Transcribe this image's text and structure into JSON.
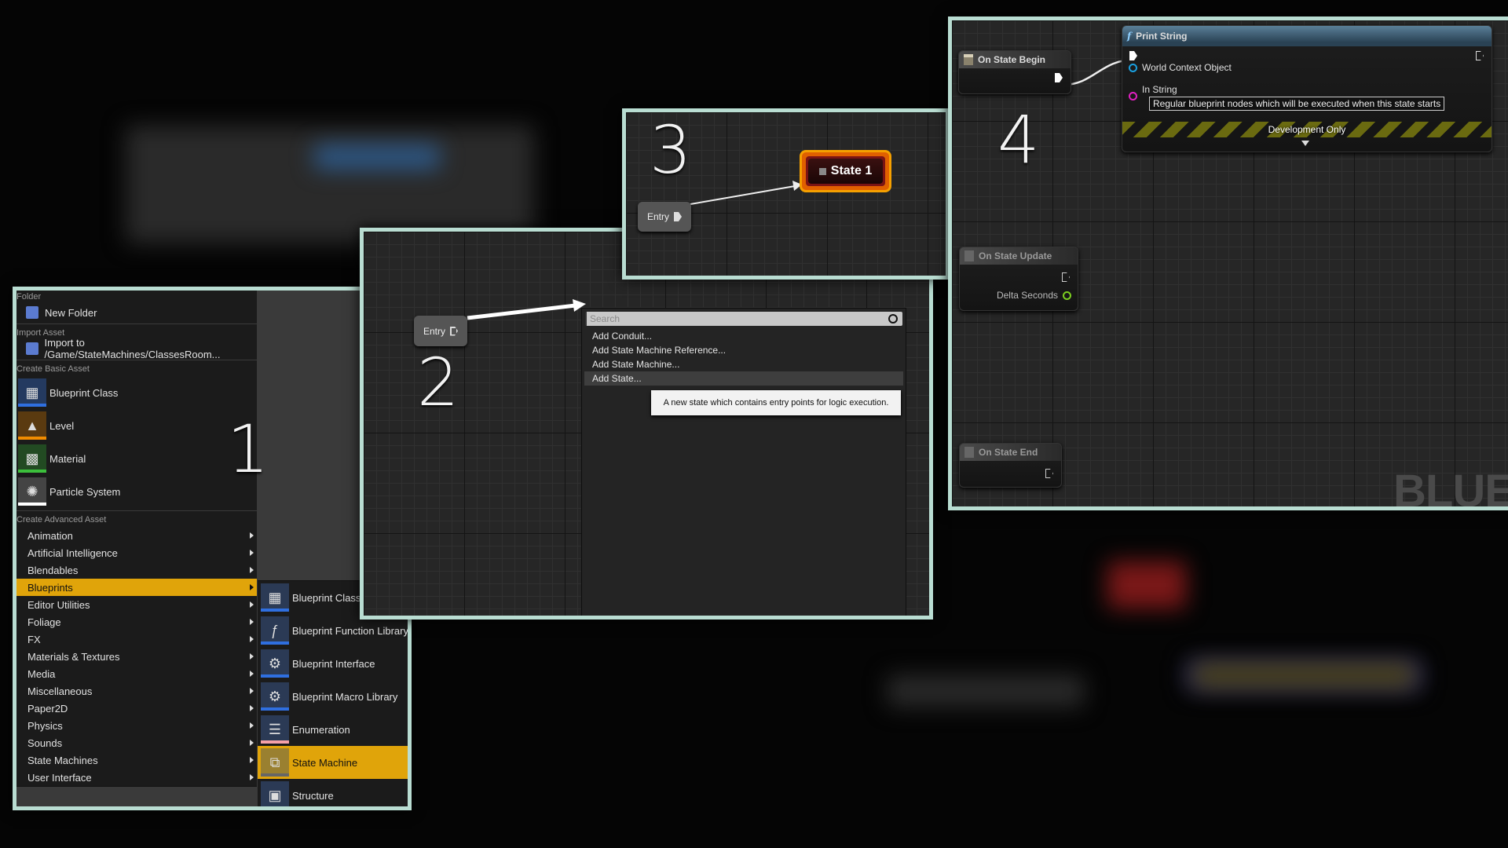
{
  "content_menu": {
    "folder_header": "Folder",
    "new_folder": "New Folder",
    "import_header": "Import Asset",
    "import_item": "Import to /Game/StateMachines/ClassesRoom...",
    "basic_header": "Create Basic Asset",
    "basic_items": [
      {
        "label": "Blueprint Class",
        "color": "#2f6fe0"
      },
      {
        "label": "Level",
        "color": "#f08c00"
      },
      {
        "label": "Material",
        "color": "#3cbf3c"
      },
      {
        "label": "Particle System",
        "color": "#ffffff"
      }
    ],
    "advanced_header": "Create Advanced Asset",
    "advanced_items": [
      "Animation",
      "Artificial Intelligence",
      "Blendables",
      "Blueprints",
      "Editor Utilities",
      "Foliage",
      "FX",
      "Materials & Textures",
      "Media",
      "Miscellaneous",
      "Paper2D",
      "Physics",
      "Sounds",
      "State Machines",
      "User Interface"
    ],
    "selected": "Blueprints",
    "highlight_color": "#e0a40a"
  },
  "submenu": {
    "items": [
      {
        "label": "Blueprint Class",
        "color": "#2f6fe0"
      },
      {
        "label": "Blueprint Function Library",
        "color": "#2f6fe0"
      },
      {
        "label": "Blueprint Interface",
        "color": "#2f6fe0"
      },
      {
        "label": "Blueprint Macro Library",
        "color": "#2f6fe0"
      },
      {
        "label": "Enumeration",
        "color": "#f4a0a8"
      },
      {
        "label": "State Machine",
        "color": "#666666"
      },
      {
        "label": "Structure",
        "color": "#4fc3d8"
      }
    ],
    "selected": "State Machine"
  },
  "steps": [
    "1",
    "2",
    "3",
    "4"
  ],
  "panel2": {
    "entry": "Entry",
    "search_placeholder": "Search",
    "items": [
      "Add Conduit...",
      "Add State Machine Reference...",
      "Add State Machine...",
      "Add State..."
    ],
    "highlighted": "Add State...",
    "tooltip": "A new state which contains entry points for logic execution."
  },
  "panel3": {
    "entry": "Entry",
    "state": "State 1"
  },
  "panel4": {
    "on_state_begin": "On State Begin",
    "print_string": {
      "title": "Print String",
      "pin_world": "World Context Object",
      "pin_string": "In String",
      "string_value": "Regular blueprint nodes which will be executed when this state starts",
      "dev_only": "Development Only"
    },
    "on_state_update": "On State Update",
    "delta_seconds": "Delta Seconds",
    "on_state_end": "On State End",
    "watermark": "BLUEPRINT"
  }
}
